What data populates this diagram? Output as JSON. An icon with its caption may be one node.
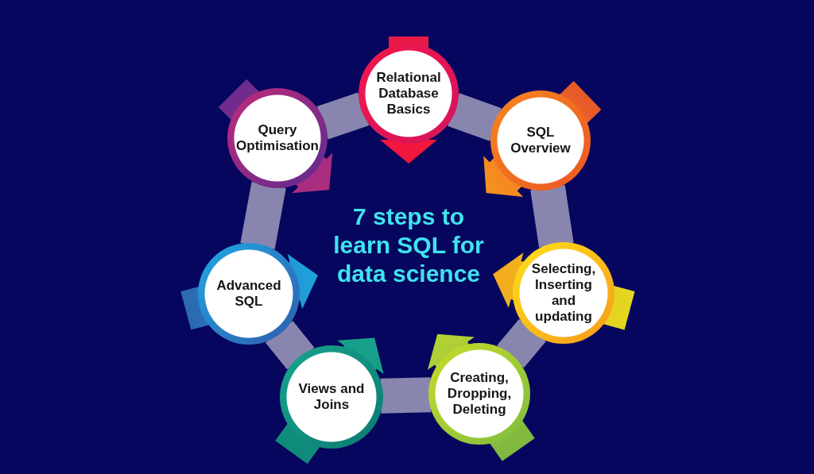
{
  "diagram": {
    "title": "7 steps to learn SQL for data science",
    "nodes": [
      {
        "text": [
          "Relational Database Basics"
        ]
      },
      {
        "text": [
          "SQL Overview"
        ]
      },
      {
        "text": [
          "Selecting, Inserting and updating"
        ]
      },
      {
        "text": [
          "Creating, Dropping, Deleting"
        ]
      },
      {
        "text": [
          "Views and Joins"
        ]
      },
      {
        "text": [
          "Advanced SQL"
        ]
      },
      {
        "text": [
          "Query Optimisation"
        ]
      }
    ],
    "edges": [
      {
        "from": 0,
        "to": 1,
        "arrow": "none"
      },
      {
        "from": 1,
        "to": 2,
        "arrow": "none"
      },
      {
        "from": 2,
        "to": 3,
        "arrow": "none"
      },
      {
        "from": 3,
        "to": 4,
        "arrow": "none"
      },
      {
        "from": 4,
        "to": 5,
        "arrow": "none"
      },
      {
        "from": 5,
        "to": 6,
        "arrow": "none"
      },
      {
        "from": 6,
        "to": 0,
        "arrow": "none"
      }
    ]
  }
}
